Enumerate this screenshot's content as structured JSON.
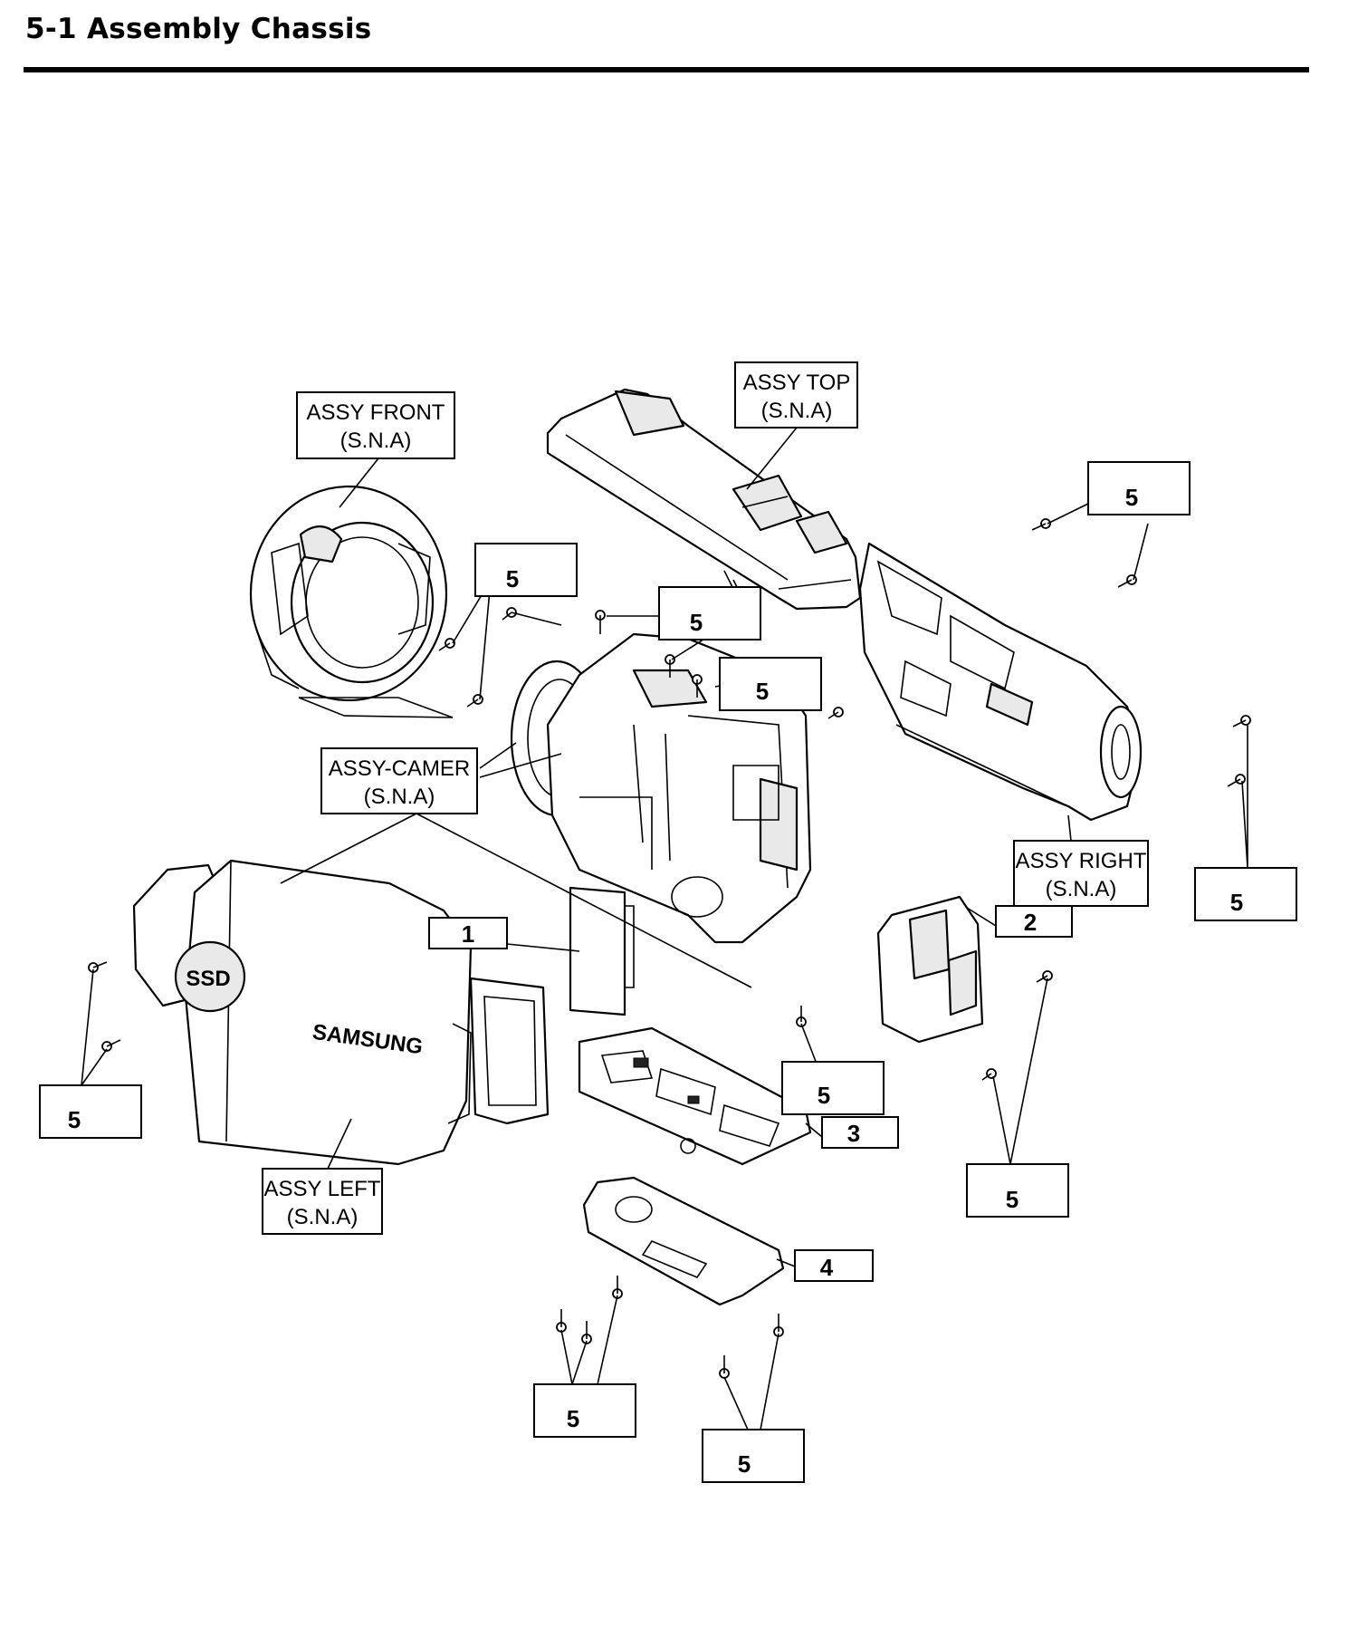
{
  "page": {
    "title": "5-1 Assembly Chassis"
  },
  "labels": {
    "assy_front": {
      "name": "ASSY FRONT",
      "note": "(S.N.A)"
    },
    "assy_top": {
      "name": "ASSY TOP",
      "note": "(S.N.A)"
    },
    "assy_camer": {
      "name": "ASSY-CAMER",
      "note": "(S.N.A)"
    },
    "assy_right": {
      "name": "ASSY RIGHT",
      "note": "(S.N.A)"
    },
    "assy_left": {
      "name": "ASSY LEFT",
      "note": "(S.N.A)"
    }
  },
  "part_numbers": {
    "p1": "1",
    "p2": "2",
    "p3": "3",
    "p4": "4",
    "screw": "5"
  },
  "printed_marks": {
    "ssd": "SSD",
    "brand": "SAMSUNG"
  }
}
